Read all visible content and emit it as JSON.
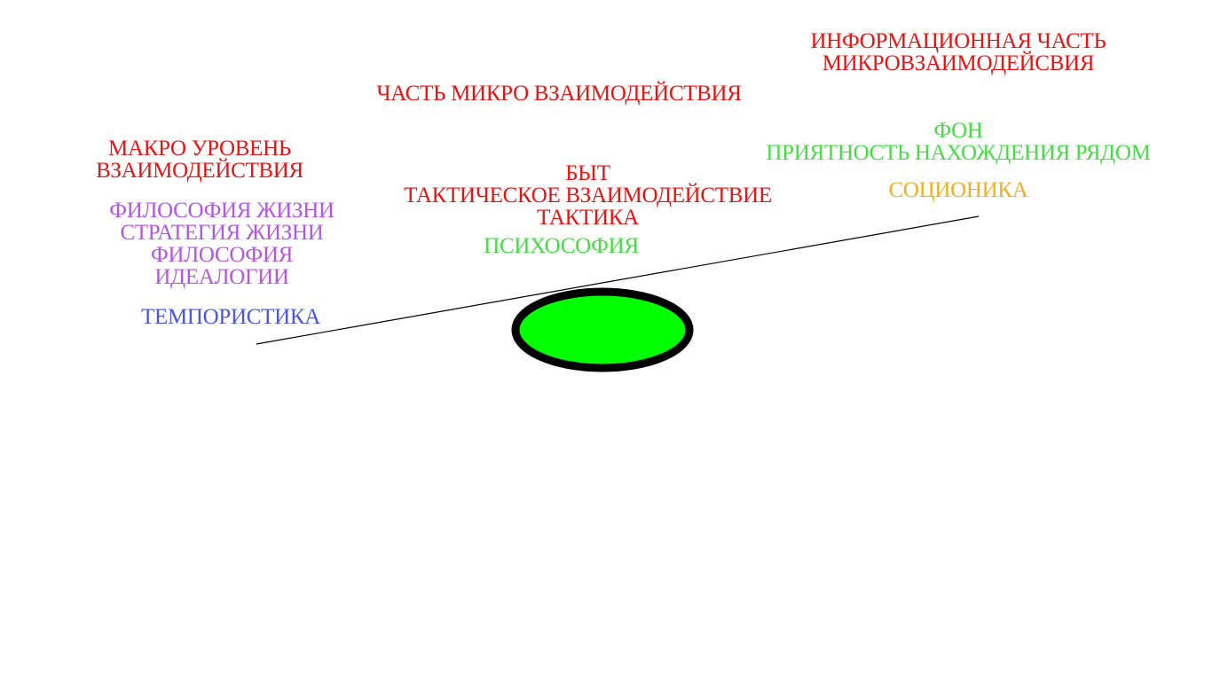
{
  "colors": {
    "red": "#ee1111",
    "green": "#44dd44",
    "violet": "#b455e8",
    "blue": "#4a55e6",
    "orange": "#f0b01e",
    "ellipse_fill": "#00ff00",
    "ellipse_stroke": "#000000",
    "line": "#000000"
  },
  "labels": {
    "info_part": [
      "ИНФОРМАЦИОННАЯ ЧАСТЬ",
      "МИКРОВЗАИМОДЕЙСВИЯ"
    ],
    "micro_part": [
      "ЧАСТЬ МИКРО ВЗАИМОДЕЙСТВИЯ"
    ],
    "fon": [
      "ФОН",
      "ПРИЯТНОСТЬ НАХОЖДЕНИЯ РЯДОМ"
    ],
    "macro_level": [
      "МАКРО УРОВЕНЬ",
      "ВЗАИМОДЕЙСТВИЯ"
    ],
    "byt": [
      "БЫТ",
      "ТАКТИЧЕСКОЕ ВЗАИМОДЕЙСТВИЕ",
      "ТАКТИКА"
    ],
    "socionics": [
      "СОЦИОНИКА"
    ],
    "philosophy": [
      "ФИЛОСОФИЯ ЖИЗНИ",
      "СТРАТЕГИЯ ЖИЗНИ",
      "ФИЛОСОФИЯ",
      "ИДЕАЛОГИИ"
    ],
    "psychosophy": [
      "ПСИХОСОФИЯ"
    ],
    "temporistics": [
      "ТЕМПОРИСТИКА"
    ]
  }
}
